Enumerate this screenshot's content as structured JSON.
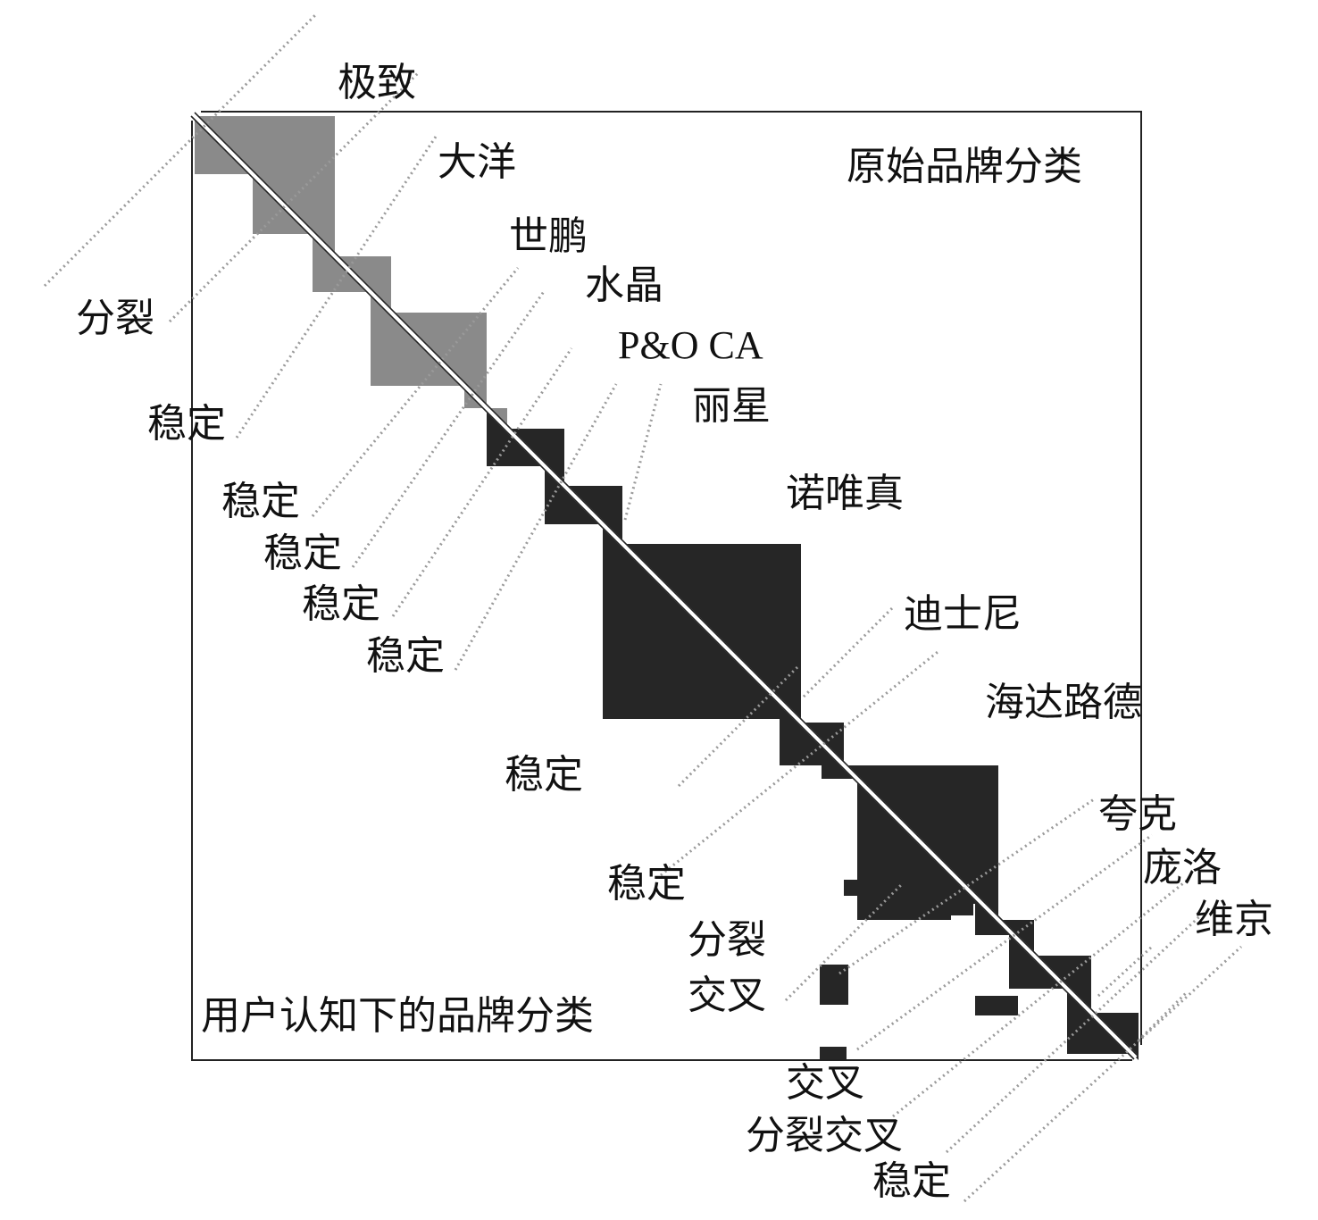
{
  "diagram": {
    "upper_title": "原始品牌分类",
    "lower_title": "用户认知下的品牌分类",
    "colors": {
      "gray_block": "#8a8a8a",
      "dark_block": "#262626",
      "frame": "#222222",
      "dotted": "#9a9a9a"
    },
    "brands": [
      "极致",
      "大洋",
      "世鹏",
      "水晶",
      "P&O CA",
      "丽星",
      "诺唯真",
      "迪士尼",
      "海达路德",
      "夸克",
      "庞洛",
      "维京"
    ],
    "relations_left": [
      "分裂",
      "稳定",
      "稳定",
      "稳定",
      "稳定",
      "稳定",
      "稳定",
      "稳定",
      "分裂",
      "交叉"
    ],
    "relations_bottom": [
      "交叉",
      "分裂交叉",
      "稳定"
    ]
  }
}
